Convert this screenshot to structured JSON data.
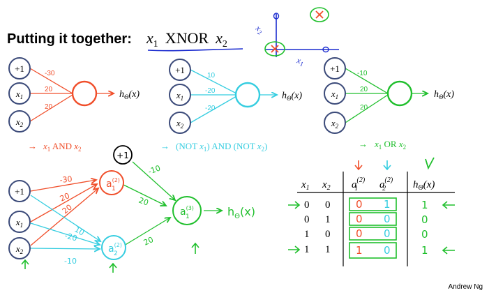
{
  "title": {
    "prefix": "Putting it together:",
    "x1": "x",
    "x1_sub": "1",
    "op": "XNOR",
    "x2": "x",
    "x2_sub": "2"
  },
  "credit": "Andrew Ng",
  "colors": {
    "black": "#000000",
    "ink_blue": "#1a2bcf",
    "node_blue": "#3b4a79",
    "red": "#f04e2a",
    "cyan": "#35cde0",
    "green": "#1fbf2c"
  },
  "mini_plot": {
    "x_axis_label": "x",
    "x_axis_sub": "1",
    "y_axis_label": "x",
    "y_axis_sub": "2"
  },
  "units": {
    "and": {
      "nodes": [
        "+1",
        "x1",
        "x2"
      ],
      "weights": [
        "-30",
        "20",
        "20"
      ],
      "output": "hΘ(x)",
      "caption": "x1 AND x2"
    },
    "nand": {
      "nodes": [
        "+1",
        "x1",
        "x2"
      ],
      "weights": [
        "10",
        "-20",
        "-20"
      ],
      "output": "hΘ(x)",
      "caption": "(NOT x1) AND (NOT x2)"
    },
    "or": {
      "nodes": [
        "+1",
        "x1",
        "x2"
      ],
      "weights": [
        "-10",
        "20",
        "20"
      ],
      "output": "hΘ(x)",
      "caption": "x1 OR x2"
    }
  },
  "network": {
    "inputs": [
      "+1",
      "x1",
      "x2"
    ],
    "hidden_bias": "+1",
    "hidden_units": [
      "a1(2)",
      "a2(2)"
    ],
    "output_unit": "a1(3)",
    "output": "hΘ(x)",
    "red_weights": [
      "-30",
      "20",
      "20"
    ],
    "cyan_weights": [
      "10",
      "-20",
      "-10"
    ],
    "green_weights": [
      "-10",
      "20",
      "20"
    ]
  },
  "truth_table": {
    "headers": [
      "x1",
      "x2",
      "a1(2)",
      "a2(2)",
      "hΘ(x)"
    ],
    "rows": [
      [
        "0",
        "0",
        "0",
        "1",
        "1"
      ],
      [
        "0",
        "1",
        "0",
        "0",
        "0"
      ],
      [
        "1",
        "0",
        "0",
        "0",
        "0"
      ],
      [
        "1",
        "1",
        "1",
        "0",
        "1"
      ]
    ]
  }
}
